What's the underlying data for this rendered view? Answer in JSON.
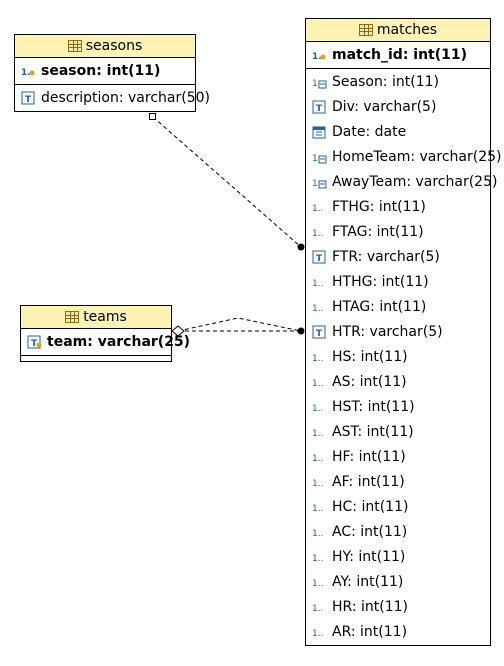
{
  "entities": {
    "seasons": {
      "name": "seasons",
      "pk": "season: int(11)",
      "columns": [
        {
          "label": "description: varchar(50)",
          "icon": "text-column-icon"
        }
      ]
    },
    "teams": {
      "name": "teams",
      "pk": "team: varchar(25)",
      "columns": []
    },
    "matches": {
      "name": "matches",
      "pk": "match_id: int(11)",
      "columns": [
        {
          "label": "Season: int(11)",
          "icon": "foreign-key-icon"
        },
        {
          "label": "Div: varchar(5)",
          "icon": "text-column-icon"
        },
        {
          "label": "Date: date",
          "icon": "date-column-icon"
        },
        {
          "label": "HomeTeam: varchar(25)",
          "icon": "foreign-key-icon"
        },
        {
          "label": "AwayTeam: varchar(25)",
          "icon": "foreign-key-icon"
        },
        {
          "label": "FTHG: int(11)",
          "icon": "numeric-column-icon"
        },
        {
          "label": "FTAG: int(11)",
          "icon": "numeric-column-icon"
        },
        {
          "label": "FTR: varchar(5)",
          "icon": "text-column-icon"
        },
        {
          "label": "HTHG: int(11)",
          "icon": "numeric-column-icon"
        },
        {
          "label": "HTAG: int(11)",
          "icon": "numeric-column-icon"
        },
        {
          "label": "HTR: varchar(5)",
          "icon": "text-column-icon"
        },
        {
          "label": "HS: int(11)",
          "icon": "numeric-column-icon"
        },
        {
          "label": "AS: int(11)",
          "icon": "numeric-column-icon"
        },
        {
          "label": "HST: int(11)",
          "icon": "numeric-column-icon"
        },
        {
          "label": "AST: int(11)",
          "icon": "numeric-column-icon"
        },
        {
          "label": "HF: int(11)",
          "icon": "numeric-column-icon"
        },
        {
          "label": "AF: int(11)",
          "icon": "numeric-column-icon"
        },
        {
          "label": "HC: int(11)",
          "icon": "numeric-column-icon"
        },
        {
          "label": "AC: int(11)",
          "icon": "numeric-column-icon"
        },
        {
          "label": "HY: int(11)",
          "icon": "numeric-column-icon"
        },
        {
          "label": "AY: int(11)",
          "icon": "numeric-column-icon"
        },
        {
          "label": "HR: int(11)",
          "icon": "numeric-column-icon"
        },
        {
          "label": "AR: int(11)",
          "icon": "numeric-column-icon"
        }
      ]
    }
  },
  "relationships": [
    {
      "from": "seasons",
      "to": "matches",
      "style": "dashed"
    },
    {
      "from": "teams",
      "to": "matches",
      "style": "dashed"
    },
    {
      "from": "teams",
      "to": "matches",
      "style": "dashed"
    }
  ],
  "colors": {
    "header_bg": "#fcf3b5",
    "border": "#000000"
  }
}
